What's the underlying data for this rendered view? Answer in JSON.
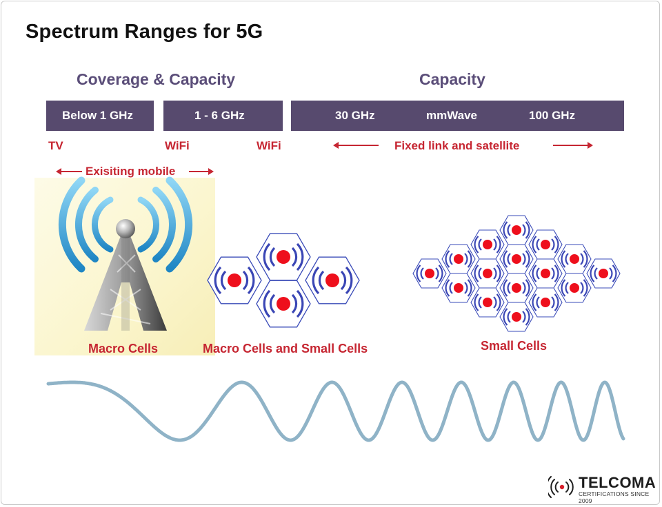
{
  "title": "Spectrum Ranges for 5G",
  "headings": {
    "coverage_capacity": "Coverage & Capacity",
    "capacity": "Capacity"
  },
  "bands": {
    "below_1ghz": "Below 1 GHz",
    "one_to_six": "1 - 6 GHz",
    "thirty_ghz": "30 GHz",
    "mmwave": "mmWave",
    "hundred_ghz": "100 GHz"
  },
  "uses": {
    "tv": "TV",
    "wifi_1": "WiFi",
    "wifi_2": "WiFi",
    "fixed_link": "Fixed link and satellite",
    "existing_mobile": "Exisiting mobile"
  },
  "captions": {
    "macro_cells": "Macro Cells",
    "macro_small_cells": "Macro Cells and Small Cells",
    "small_cells": "Small Cells"
  },
  "logo": {
    "name": "TELCOMA",
    "tagline": "CERTIFICATIONS SINCE 2009"
  },
  "colors": {
    "band_fill": "#574a6e",
    "heading": "#5b4e79",
    "accent_red": "#c62632",
    "wave": "#8fb3c7",
    "signal_blue": "#3040b0",
    "tower_rings": "#2a9fd8"
  },
  "icons": {
    "tower": "cell-tower-icon",
    "cell": "hexagon-cell-icon",
    "wave": "frequency-wave-icon",
    "logo": "telcoma-signal-icon"
  }
}
